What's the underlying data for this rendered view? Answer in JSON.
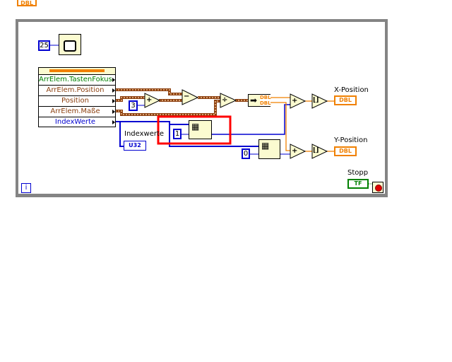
{
  "top_indicator": "DBL",
  "wait_constant": "25",
  "bundle": {
    "rows": [
      "ArrElem.TastenFokus",
      "ArrElem.Position",
      "Position",
      "ArrElem.Maße",
      "IndexWerte"
    ]
  },
  "constants": {
    "three": "3",
    "one": "1",
    "zero": "0"
  },
  "indexwerte": {
    "label": "Indexwerte",
    "type": "U32"
  },
  "ops": {
    "add": "+",
    "sub": "−",
    "div": "÷",
    "round": "⌊⌋"
  },
  "converter": {
    "out1": "DBL",
    "out2": "DBL"
  },
  "x_position": {
    "label": "X-Position",
    "type": "DBL"
  },
  "y_position": {
    "label": "Y-Position",
    "type": "DBL"
  },
  "stop": {
    "label": "Stopp",
    "type": "TF"
  },
  "iteration": "i",
  "colors": {
    "orange": "#f08000",
    "blue": "#0000d0",
    "brown": "#8c4010",
    "green": "#008000",
    "highlight": "#ff0000"
  }
}
